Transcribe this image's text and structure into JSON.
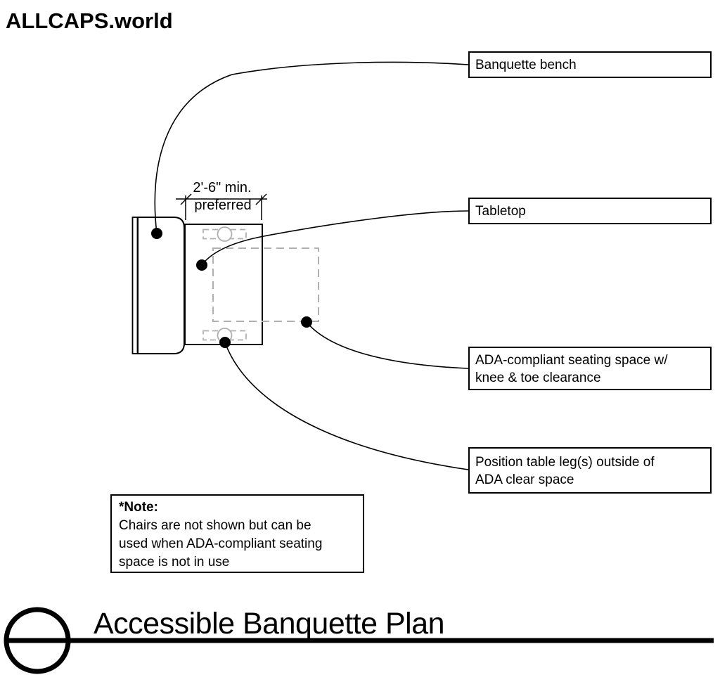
{
  "logo": {
    "text": "ALLCAPS.world"
  },
  "callouts": [
    {
      "lines": [
        "Banquette bench"
      ]
    },
    {
      "lines": [
        "Tabletop"
      ]
    },
    {
      "lines": [
        "ADA-compliant seating space w/",
        "knee & toe clearance"
      ]
    },
    {
      "lines": [
        "Position table leg(s) outside of",
        "ADA clear space"
      ]
    }
  ],
  "dimension": {
    "line1": "2'-6\" min.",
    "line2": "preferred"
  },
  "note": {
    "title": "*Note:",
    "lines": [
      "Chairs are not shown but can be",
      "used when ADA-compliant seating",
      "space is not in use"
    ]
  },
  "title_block": {
    "title": "Accessible Banquette Plan"
  },
  "colors": {
    "ink": "#000000",
    "dash_gray": "#b0b0b0",
    "background": "#ffffff"
  }
}
